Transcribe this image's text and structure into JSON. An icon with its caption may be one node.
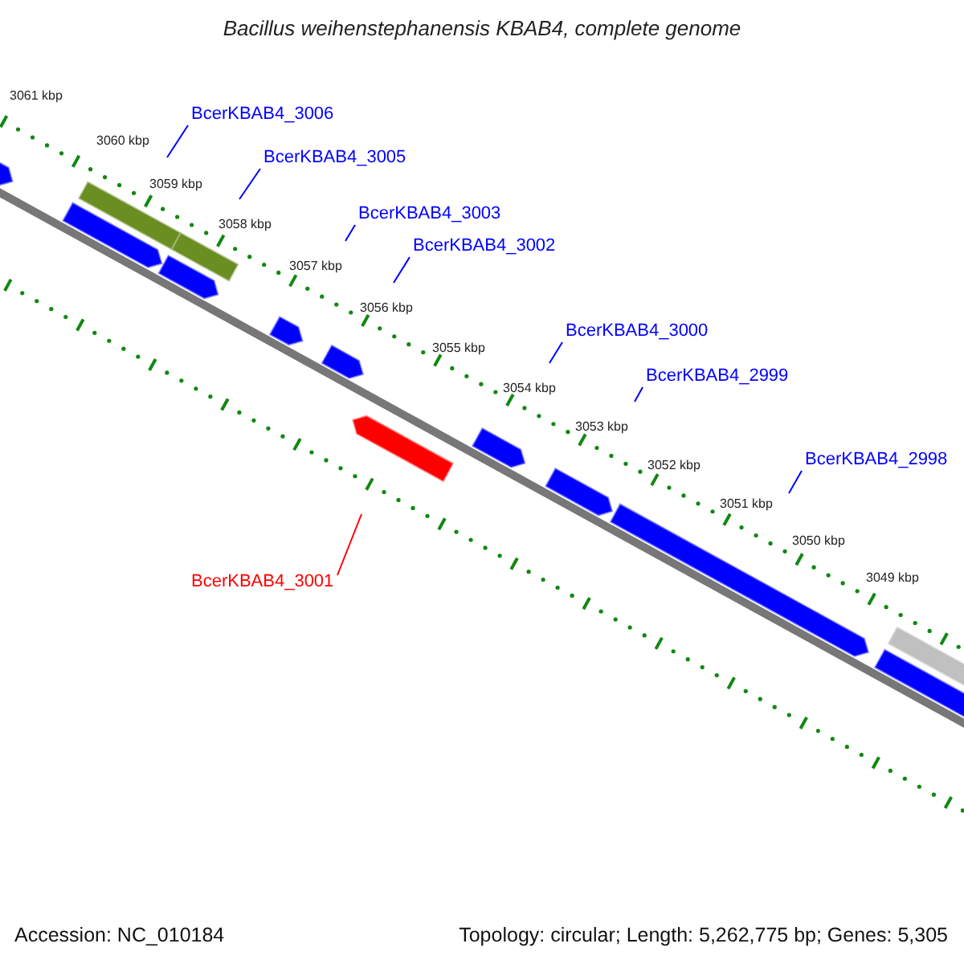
{
  "diagram": {
    "title": "Bacillus weihenstephanensis KBAB4, complete genome",
    "nodes": [
      {
        "text": [
          "BcerKBAB4_3006"
        ]
      },
      {
        "text": [
          "BcerKBAB4_3005"
        ]
      },
      {
        "text": [
          "BcerKBAB4_3003"
        ]
      },
      {
        "text": [
          "BcerKBAB4_3002"
        ]
      },
      {
        "text": [
          "BcerKBAB4_3000"
        ]
      },
      {
        "text": [
          "BcerKBAB4_2999"
        ]
      },
      {
        "text": [
          "BcerKBAB4_2998"
        ]
      },
      {
        "text": [
          "BcerKBAB4_3001"
        ]
      }
    ],
    "edges": [
      {
        "from": 0,
        "to": null,
        "arrow": "none"
      },
      {
        "from": 1,
        "to": null,
        "arrow": "none"
      },
      {
        "from": 2,
        "to": null,
        "arrow": "none"
      },
      {
        "from": 3,
        "to": null,
        "arrow": "none"
      },
      {
        "from": 4,
        "to": null,
        "arrow": "none"
      },
      {
        "from": 5,
        "to": null,
        "arrow": "none"
      },
      {
        "from": 6,
        "to": null,
        "arrow": "none"
      },
      {
        "from": 7,
        "to": null,
        "arrow": "none",
        "color": "#ff0000"
      }
    ],
    "labels": [
      "3061 kbp",
      "3060 kbp",
      "3059 kbp",
      "3058 kbp",
      "3057 kbp",
      "3056 kbp",
      "3055 kbp",
      "3054 kbp",
      "3053 kbp",
      "3052 kbp",
      "3051 kbp",
      "3050 kbp",
      "3049 kbp",
      "Accession: NC_010184",
      "Topology: circular; Length: 5,262,775 bp; Genes: 5,305"
    ]
  }
}
